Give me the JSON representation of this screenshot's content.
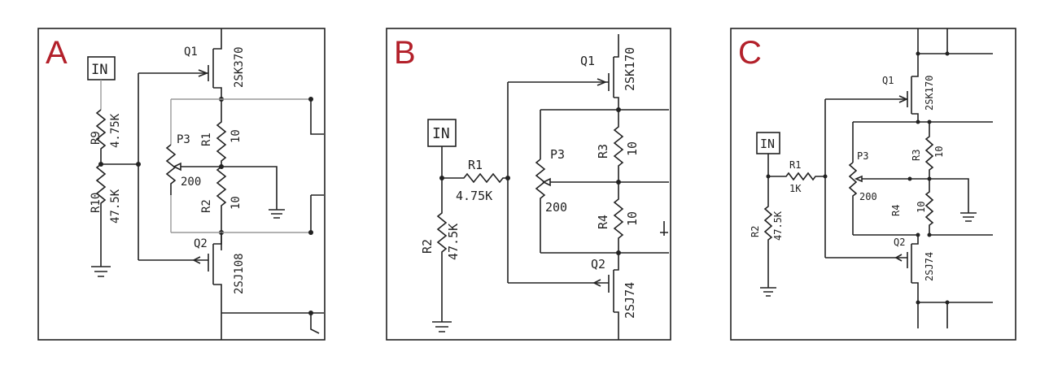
{
  "panels": [
    {
      "letter": "A",
      "input_label": "IN",
      "q1": {
        "ref": "Q1",
        "part": "2SK370"
      },
      "q2": {
        "ref": "Q2",
        "part": "2SJ108"
      },
      "r_top": {
        "ref": "R9",
        "value": "4.75K"
      },
      "r_bottom": {
        "ref": "R10",
        "value": "47.5K"
      },
      "pot": {
        "ref": "P3",
        "value": "200"
      },
      "r_upper": {
        "ref": "R1",
        "value": "10"
      },
      "r_lower": {
        "ref": "R2",
        "value": "10"
      }
    },
    {
      "letter": "B",
      "input_label": "IN",
      "q1": {
        "ref": "Q1",
        "part": "2SK170"
      },
      "q2": {
        "ref": "Q2",
        "part": "2SJ74"
      },
      "r_series": {
        "ref": "R1",
        "value": "4.75K"
      },
      "r_shunt": {
        "ref": "R2",
        "value": "47.5K"
      },
      "pot": {
        "ref": "P3",
        "value": "200"
      },
      "r_upper": {
        "ref": "R3",
        "value": "10"
      },
      "r_lower": {
        "ref": "R4",
        "value": "10"
      }
    },
    {
      "letter": "C",
      "input_label": "IN",
      "q1": {
        "ref": "Q1",
        "part": "2SK170"
      },
      "q2": {
        "ref": "Q2",
        "part": "2SJ74"
      },
      "r_series": {
        "ref": "R1",
        "value": "1K"
      },
      "r_shunt": {
        "ref": "R2",
        "value": "47.5K"
      },
      "pot": {
        "ref": "P3",
        "value": "200"
      },
      "r_upper": {
        "ref": "R3",
        "value": "10"
      },
      "r_lower": {
        "ref": "R4",
        "value": "10"
      }
    }
  ]
}
